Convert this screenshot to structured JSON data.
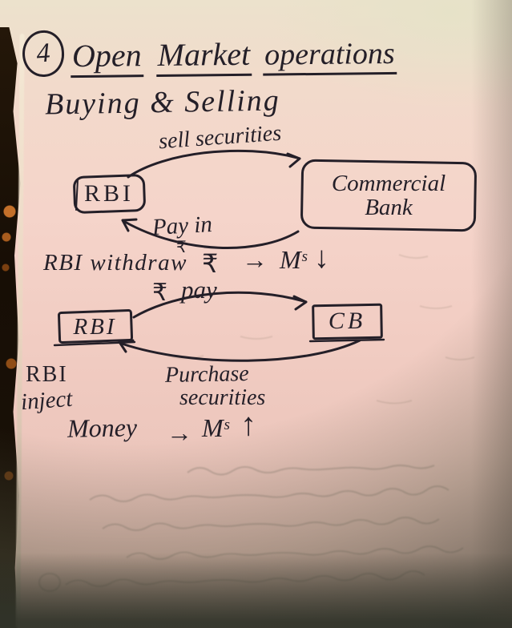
{
  "page": {
    "number": "4"
  },
  "title": {
    "word1": "Open",
    "word2": "Market",
    "word3": "operations"
  },
  "subtitle": "Buying & Selling",
  "sell_flow": {
    "arrow_label": "sell securities",
    "rbi_box": "RBI",
    "bank_box_line1": "Commercial",
    "bank_box_line2": "Bank",
    "return_label": "Pay in",
    "return_currency": "₹"
  },
  "withdraw_note": {
    "text": "RBI withdraw",
    "currency": "₹",
    "arrow": "→",
    "money_supply": "Mˢ",
    "direction_arrow": "↓"
  },
  "buy_flow": {
    "pay_currency": "₹",
    "pay_label": "pay",
    "rbi_box": "RBI",
    "cb_box": "CB",
    "return_label_line1": "Purchase",
    "return_label_line2": "securities"
  },
  "inject_note": {
    "line1": "RBI",
    "line2": "inject",
    "word": "Money",
    "arrow": "→",
    "money_supply": "Mˢ",
    "direction_arrow": "↑"
  }
}
